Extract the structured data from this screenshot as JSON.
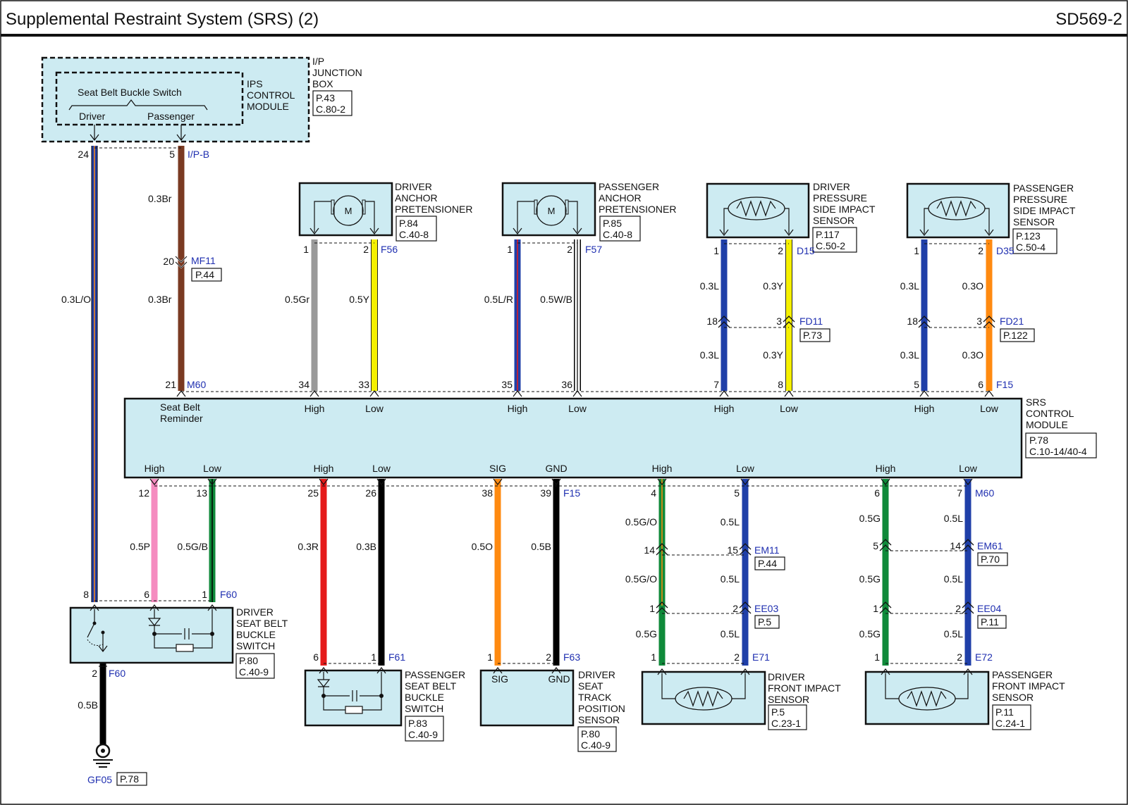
{
  "header": {
    "title": "Supplemental Restraint System (SRS) (2)",
    "code": "SD569-2"
  },
  "ip_junction_box": {
    "name_lines": [
      "I/P",
      "JUNCTION",
      "BOX"
    ],
    "ref_lines": [
      "P.43",
      "C.80-2"
    ],
    "ips_lines": [
      "IPS",
      "CONTROL",
      "MODULE"
    ],
    "buckle_title": "Seat Belt Buckle Switch",
    "driver": "Driver",
    "passenger": "Passenger"
  },
  "components": {
    "driver_anchor": {
      "lines": [
        "DRIVER",
        "ANCHOR",
        "PRETENSIONER"
      ],
      "ref_lines": [
        "P.84",
        "C.40-8"
      ],
      "motor": "M"
    },
    "passenger_anchor": {
      "lines": [
        "PASSENGER",
        "ANCHOR",
        "PRETENSIONER"
      ],
      "ref_lines": [
        "P.85",
        "C.40-8"
      ],
      "motor": "M"
    },
    "driver_side_sensor": {
      "lines": [
        "DRIVER",
        "PRESSURE",
        "SIDE IMPACT",
        "SENSOR"
      ],
      "ref_lines": [
        "P.117",
        "C.50-2"
      ]
    },
    "passenger_side_sensor": {
      "lines": [
        "PASSENGER",
        "PRESSURE",
        "SIDE IMPACT",
        "SENSOR"
      ],
      "ref_lines": [
        "P.123",
        "C.50-4"
      ]
    },
    "srs_module": {
      "lines": [
        "SRS",
        "CONTROL",
        "MODULE"
      ],
      "ref_lines": [
        "P.78",
        "C.10-14/40-4"
      ],
      "seat_belt_reminder": [
        "Seat Belt",
        "Reminder"
      ]
    },
    "driver_buckle": {
      "lines": [
        "DRIVER",
        "SEAT BELT",
        "BUCKLE",
        "SWITCH"
      ],
      "ref_lines": [
        "P.80",
        "C.40-9"
      ]
    },
    "passenger_buckle": {
      "lines": [
        "PASSENGER",
        "SEAT BELT",
        "BUCKLE",
        "SWITCH"
      ],
      "ref_lines": [
        "P.83",
        "C.40-9"
      ]
    },
    "track_sensor": {
      "lines": [
        "DRIVER",
        "SEAT",
        "TRACK",
        "POSITION",
        "SENSOR"
      ],
      "ref_lines": [
        "P.80",
        "C.40-9"
      ],
      "sig": "SIG",
      "gnd": "GND"
    },
    "driver_front_sensor": {
      "lines": [
        "DRIVER",
        "FRONT IMPACT",
        "SENSOR"
      ],
      "ref_lines": [
        "P.5",
        "C.23-1"
      ]
    },
    "passenger_front_sensor": {
      "lines": [
        "PASSENGER",
        "FRONT IMPACT",
        "SENSOR"
      ],
      "ref_lines": [
        "P.11",
        "C.24-1"
      ]
    }
  },
  "ground": {
    "name": "GF05",
    "ref": "P.78"
  },
  "connectors": {
    "ipb": "I/P-B",
    "mf11": "MF11",
    "mf11_ref": "P.44",
    "m60_top": "M60",
    "f56": "F56",
    "f57": "F57",
    "d15": "D15",
    "d35": "D35",
    "fd11": "FD11",
    "fd11_ref": "P.73",
    "fd21": "FD21",
    "fd21_ref": "P.122",
    "f15_top": "F15",
    "f15_bottom": "F15",
    "m60_bottom": "M60",
    "em11": "EM11",
    "em11_ref": "P.44",
    "em61": "EM61",
    "em61_ref": "P.70",
    "ee03": "EE03",
    "ee03_ref": "P.5",
    "ee04": "EE04",
    "ee04_ref": "P.11",
    "f60_top": "F60",
    "f60_bottom": "F60",
    "f61": "F61",
    "f63": "F63",
    "e71": "E71",
    "e72": "E72"
  },
  "pins": {
    "p24": "24",
    "p5": "5",
    "p20": "20",
    "p21": "21",
    "da1": "1",
    "da2": "2",
    "pa1": "1",
    "pa2": "2",
    "ds1": "1",
    "ds2": "2",
    "ds18": "18",
    "ds3": "3",
    "ps1": "1",
    "ps2": "2",
    "ps18": "18",
    "ps3": "3",
    "s34": "34",
    "s33": "33",
    "s35": "35",
    "s36": "36",
    "s7": "7",
    "s8": "8",
    "s5": "5",
    "s6": "6",
    "b12": "12",
    "b13": "13",
    "b25": "25",
    "b26": "26",
    "b38": "38",
    "b39": "39",
    "b4": "4",
    "b5": "5",
    "b6": "6",
    "b7": "7",
    "em14": "14",
    "em15": "15",
    "em5": "5",
    "em14b": "14",
    "ee1": "1",
    "ee2": "2",
    "ee1b": "1",
    "ee2b": "2",
    "db8": "8",
    "db6": "6",
    "db1": "1",
    "db2": "2",
    "pb6": "6",
    "pb1": "1",
    "ts1": "1",
    "ts2": "2",
    "df1": "1",
    "df2": "2",
    "pf1": "1",
    "pf2": "2"
  },
  "wires": {
    "w_l_o": "0.3L/O",
    "w_br1": "0.3Br",
    "w_br2": "0.3Br",
    "w_gr": "0.5Gr",
    "w_y": "0.5Y",
    "w_lr": "0.5L/R",
    "w_wb": "0.5W/B",
    "w_ds_l1": "0.3L",
    "w_ds_y1": "0.3Y",
    "w_ds_l2": "0.3L",
    "w_ds_y2": "0.3Y",
    "w_ps_l1": "0.3L",
    "w_ps_o1": "0.3O",
    "w_ps_l2": "0.3L",
    "w_ps_o2": "0.3O",
    "w_p": "0.5P",
    "w_gb": "0.5G/B",
    "w_r": "0.3R",
    "w_b3": "0.3B",
    "w_o5": "0.5O",
    "w_b5": "0.5B",
    "w_go1": "0.5G/O",
    "w_l5a": "0.5L",
    "w_go2": "0.5G/O",
    "w_l5b": "0.5L",
    "w_g5a": "0.5G",
    "w_l5c": "0.5L",
    "w_g5b": "0.5G",
    "w_l5d": "0.5L",
    "w_g5c": "0.5G",
    "w_l5e": "0.5L",
    "w_g5d": "0.5G",
    "w_l5f": "0.5L",
    "w_gnd": "0.5B"
  },
  "terminals": {
    "high": "High",
    "low": "Low",
    "sig": "SIG",
    "gnd": "GND"
  },
  "wire_colors": {
    "brown": "#7a3a22",
    "blue": "#1f3fa8",
    "gray": "#9a9a9a",
    "yellow": "#f5f000",
    "orange": "#ff8a10",
    "pink": "#f58cc0",
    "green": "#0f8a3a",
    "red": "#e51a1a",
    "black": "#000000"
  }
}
